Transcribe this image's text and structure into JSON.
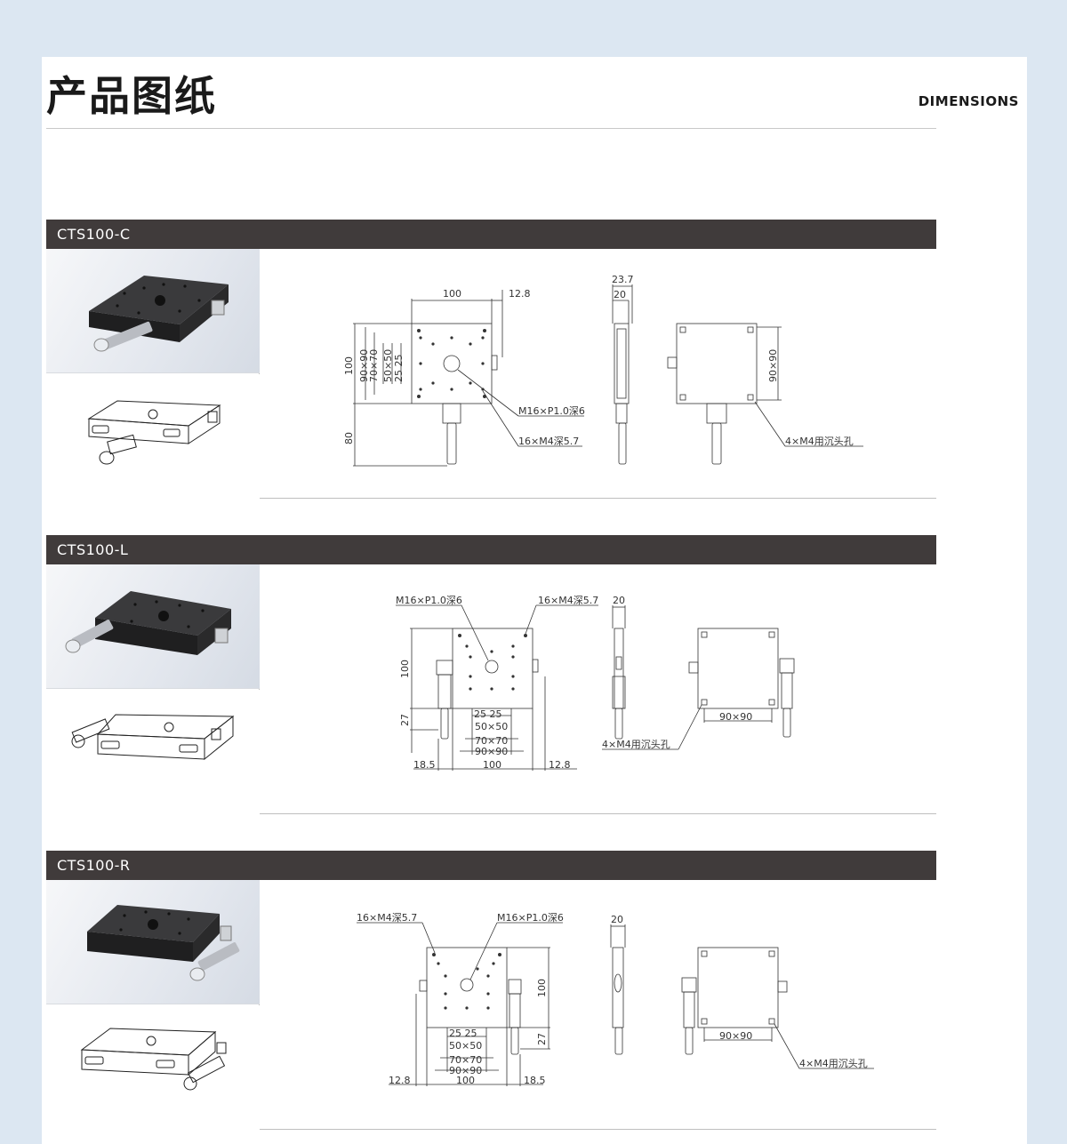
{
  "header": {
    "title": "产品图纸",
    "subtitle": "DIMENSIONS"
  },
  "sections": [
    {
      "model": "CTS100-C",
      "labels": {
        "w100": "100",
        "w12_8": "12.8",
        "h100": "100",
        "h80": "80",
        "d90": "90×90",
        "d70": "70×70",
        "d50": "50×50",
        "d25": "25  25",
        "m16": "M16×P1.0深6",
        "m4": "16×M4深5.7",
        "s23_7": "23.7",
        "s20": "20",
        "r90": "90×90",
        "cb": "4×M4用沉头孔"
      }
    },
    {
      "model": "CTS100-L",
      "labels": {
        "m16": "M16×P1.0深6",
        "m4": "16×M4深5.7",
        "s20": "20",
        "h100": "100",
        "h27": "27",
        "d25": "25  25",
        "d50": "50×50",
        "d70": "70×70",
        "d90": "90×90",
        "w18_5": "18.5",
        "w100": "100",
        "w12_8": "12.8",
        "r90": "90×90",
        "cb": "4×M4用沉头孔"
      }
    },
    {
      "model": "CTS100-R",
      "labels": {
        "m4": "16×M4深5.7",
        "m16": "M16×P1.0深6",
        "s20": "20",
        "h100": "100",
        "h27": "27",
        "d25": "25  25",
        "d50": "50×50",
        "d70": "70×70",
        "d90": "90×90",
        "w12_8": "12.8",
        "w100": "100",
        "w18_5": "18.5",
        "r90": "90×90",
        "cb": "4×M4用沉头孔"
      }
    }
  ]
}
